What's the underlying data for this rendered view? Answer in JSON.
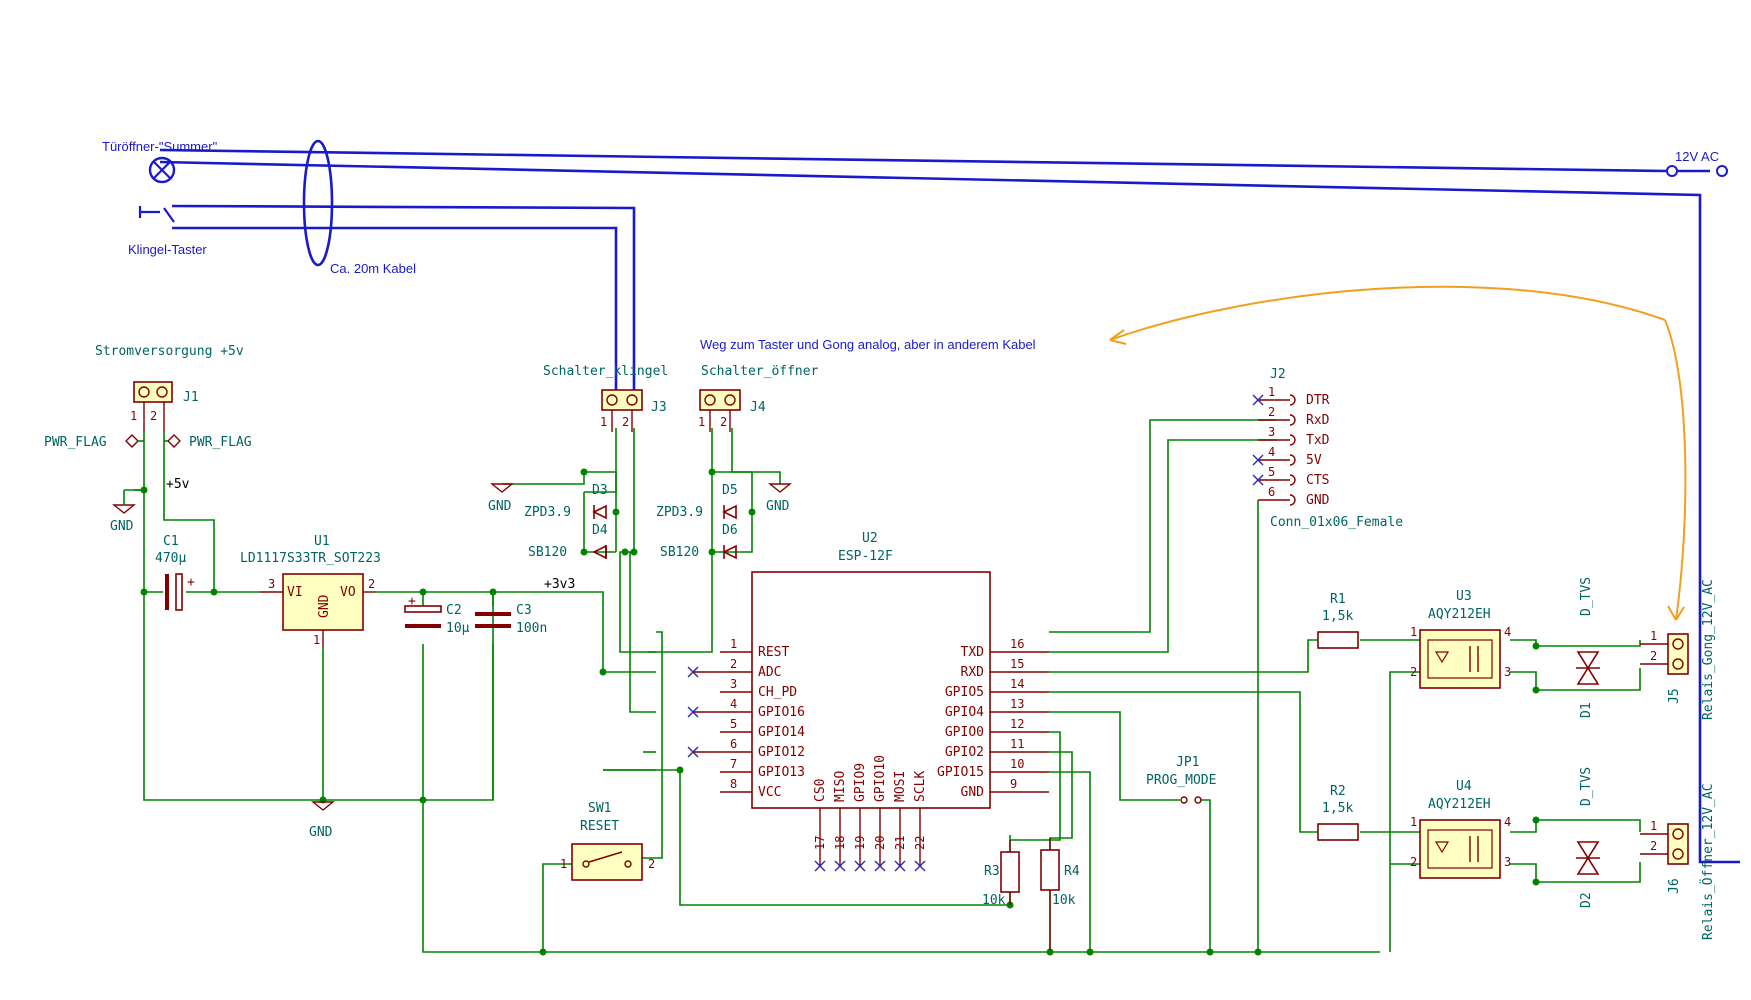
{
  "notes": {
    "summer": "Türöffner-\"Summer\"",
    "klingel_taster": "Klingel-Taster",
    "kabel": "Ca. 20m Kabel",
    "weg": "Weg zum Taster und Gong analog, aber in anderem Kabel",
    "ac": "12V AC"
  },
  "power": {
    "title": "Stromversorgung +5v",
    "pwr_flag": "PWR_FLAG",
    "gnd": "GND",
    "plus5v": "+5v",
    "plus3v3": "+3v3"
  },
  "components": {
    "J1": "J1",
    "J3": {
      "ref": "J3",
      "value": "Schalter_klingel"
    },
    "J4": {
      "ref": "J4",
      "value": "Schalter_öffner"
    },
    "J2": {
      "ref": "J2",
      "value": "Conn_01x06_Female",
      "pins": [
        "DTR",
        "RxD",
        "TxD",
        "5V",
        "CTS",
        "GND"
      ]
    },
    "C1": {
      "ref": "C1",
      "value": "470µ"
    },
    "U1": {
      "ref": "U1",
      "value": "LD1117S33TR_SOT223",
      "vi": "VI",
      "vo": "VO",
      "gnd": "GND"
    },
    "C2": {
      "ref": "C2",
      "value": "10µ"
    },
    "C3": {
      "ref": "C3",
      "value": "100n"
    },
    "D3": {
      "ref": "D3",
      "value": "ZPD3.9"
    },
    "D4": {
      "ref": "D4",
      "value": "SB120"
    },
    "D5": {
      "ref": "D5",
      "value": "ZPD3.9"
    },
    "D6": {
      "ref": "D6",
      "value": "SB120"
    },
    "U2": {
      "ref": "U2",
      "value": "ESP-12F"
    },
    "SW1": {
      "ref": "SW1",
      "value": "RESET"
    },
    "R1": {
      "ref": "R1",
      "value": "1,5k"
    },
    "R2": {
      "ref": "R2",
      "value": "1,5k"
    },
    "R3": {
      "ref": "R3",
      "value": "10k"
    },
    "R4": {
      "ref": "R4",
      "value": "10k"
    },
    "U3": {
      "ref": "U3",
      "value": "AQY212EH"
    },
    "U4": {
      "ref": "U4",
      "value": "AQY212EH"
    },
    "D1": {
      "ref": "D1",
      "value": "D_TVS"
    },
    "D2": {
      "ref": "D2",
      "value": "D_TVS"
    },
    "J5": {
      "ref": "J5",
      "value": "Relais_Gong_12V_AC"
    },
    "J6": {
      "ref": "J6",
      "value": "Relais_Öffner_12V_AC"
    },
    "JP1": {
      "ref": "JP1",
      "value": "PROG_MODE"
    }
  },
  "esp_left_pins": [
    {
      "num": "1",
      "name": "REST"
    },
    {
      "num": "2",
      "name": "ADC"
    },
    {
      "num": "3",
      "name": "CH_PD"
    },
    {
      "num": "4",
      "name": "GPIO16"
    },
    {
      "num": "5",
      "name": "GPIO14"
    },
    {
      "num": "6",
      "name": "GPIO12"
    },
    {
      "num": "7",
      "name": "GPIO13"
    },
    {
      "num": "8",
      "name": "VCC"
    }
  ],
  "esp_right_pins": [
    {
      "num": "16",
      "name": "TXD"
    },
    {
      "num": "15",
      "name": "RXD"
    },
    {
      "num": "14",
      "name": "GPIO5"
    },
    {
      "num": "13",
      "name": "GPIO4"
    },
    {
      "num": "12",
      "name": "GPIO0"
    },
    {
      "num": "11",
      "name": "GPIO2"
    },
    {
      "num": "10",
      "name": "GPIO15"
    },
    {
      "num": "9",
      "name": "GND"
    }
  ],
  "esp_bottom_pins": [
    {
      "num": "17",
      "name": "CS0"
    },
    {
      "num": "18",
      "name": "MISO"
    },
    {
      "num": "19",
      "name": "GPIO9"
    },
    {
      "num": "20",
      "name": "GPIO10"
    },
    {
      "num": "21",
      "name": "MOSI"
    },
    {
      "num": "22",
      "name": "SCLK"
    }
  ],
  "pin_numbers": {
    "p1": "1",
    "p2": "2",
    "p3": "3",
    "p4": "4",
    "p5": "5",
    "p6": "6"
  }
}
